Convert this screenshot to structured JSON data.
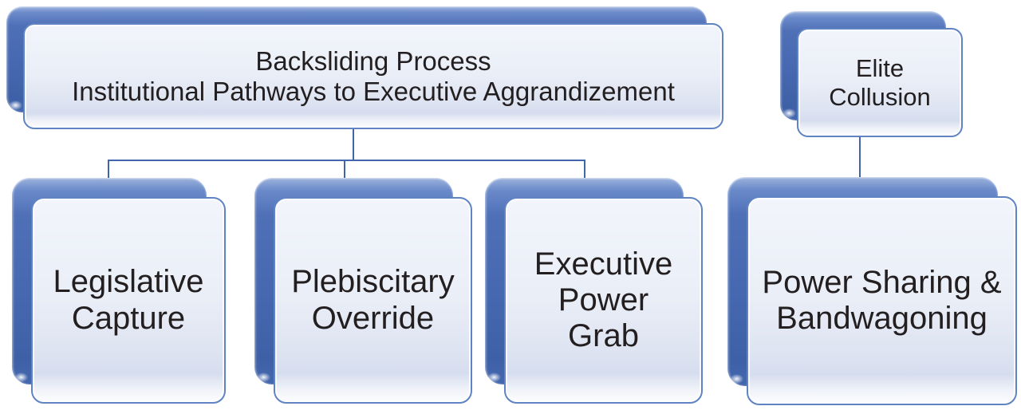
{
  "colors": {
    "background": "#ffffff",
    "shadow_blue": "#4668b0",
    "shadow_gloss": "#9db3dc",
    "panel_fill_top": "#f2f5fb",
    "panel_fill_bottom": "#d6ddee",
    "panel_border": "#5f83c3",
    "connector": "#4065ad",
    "text": "#231f20"
  },
  "nodes": {
    "backsliding": {
      "lines": [
        "Backsliding Process",
        "Institutional Pathways to Executive Aggrandizement"
      ]
    },
    "elite": {
      "lines": [
        "Elite",
        "Collusion"
      ]
    },
    "legislative": {
      "lines": [
        "Legislative",
        "Capture"
      ]
    },
    "plebiscitary": {
      "lines": [
        "Plebiscitary",
        "Override"
      ]
    },
    "executive": {
      "lines": [
        "Executive",
        "Power",
        "Grab"
      ]
    },
    "power_sharing": {
      "lines": [
        "Power Sharing &",
        "Bandwagoning"
      ]
    }
  },
  "connectors": [
    {
      "from": "backsliding",
      "to": "legislative"
    },
    {
      "from": "backsliding",
      "to": "plebiscitary"
    },
    {
      "from": "backsliding",
      "to": "executive"
    },
    {
      "from": "elite",
      "to": "power_sharing"
    }
  ]
}
